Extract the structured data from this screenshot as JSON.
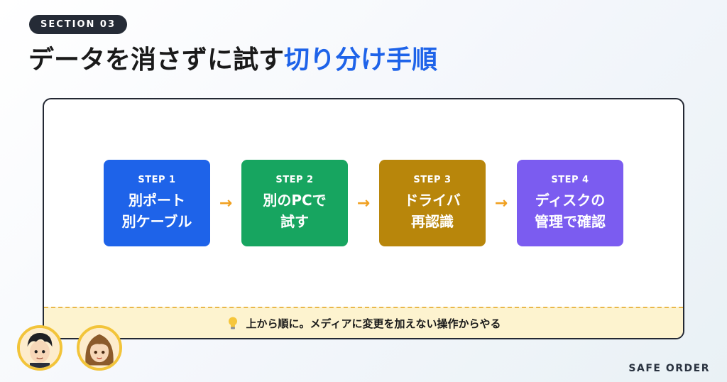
{
  "section_badge": "SECTION 03",
  "title": {
    "main": "データを消さずに試す",
    "accent": "切り分け手順"
  },
  "steps": [
    {
      "label": "STEP 1",
      "line1": "別ポート",
      "line2": "別ケーブル",
      "color": "#1e63e9"
    },
    {
      "label": "STEP 2",
      "line1": "別のPCで",
      "line2": "試す",
      "color": "#17a560"
    },
    {
      "label": "STEP 3",
      "line1": "ドライバ",
      "line2": "再認識",
      "color": "#b8860b"
    },
    {
      "label": "STEP 4",
      "line1": "ディスクの",
      "line2": "管理で確認",
      "color": "#7b5cf0"
    }
  ],
  "arrow_glyph": "→",
  "tip": {
    "icon": "lightbulb-icon",
    "text": "上から順に。メディアに変更を加えない操作からやる"
  },
  "brand": "SAFE ORDER",
  "colors": {
    "accent": "#1e63e9",
    "arrow": "#f0a020",
    "tip_bg": "#fdf3cf"
  }
}
